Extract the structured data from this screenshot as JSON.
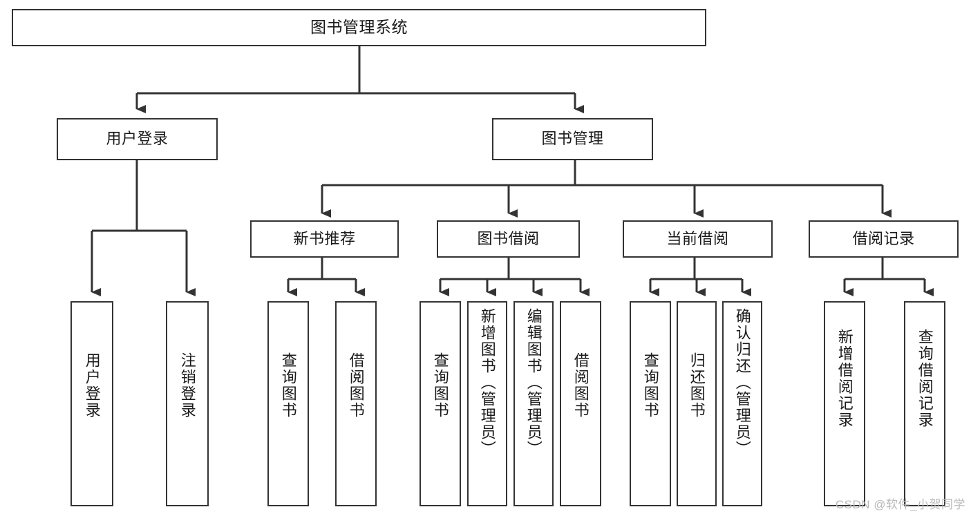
{
  "diagram": {
    "title": "图书管理系统",
    "type": "tree",
    "root": {
      "id": "root",
      "label": "图书管理系统",
      "orientation": "horizontal",
      "level": 0
    },
    "levels": [
      {
        "level": 1,
        "nodes": [
          {
            "id": "user-login",
            "label": "用户登录",
            "orientation": "horizontal",
            "parent": "root"
          },
          {
            "id": "book-manage",
            "label": "图书管理",
            "orientation": "horizontal",
            "parent": "root"
          }
        ]
      },
      {
        "level": 2,
        "nodes": [
          {
            "id": "new-book-rec",
            "label": "新书推荐",
            "orientation": "horizontal",
            "parent": "book-manage"
          },
          {
            "id": "book-borrow",
            "label": "图书借阅",
            "orientation": "horizontal",
            "parent": "book-manage"
          },
          {
            "id": "current-borrow",
            "label": "当前借阅",
            "orientation": "horizontal",
            "parent": "book-manage"
          },
          {
            "id": "borrow-record",
            "label": "借阅记录",
            "orientation": "horizontal",
            "parent": "book-manage"
          }
        ]
      },
      {
        "level": 3,
        "nodes": [
          {
            "id": "leaf-user-login",
            "label": "用户登录",
            "orientation": "vertical",
            "parent": "user-login"
          },
          {
            "id": "leaf-logout",
            "label": "注销登录",
            "orientation": "vertical",
            "parent": "user-login"
          },
          {
            "id": "leaf-query-book-1",
            "label": "查询图书",
            "orientation": "vertical",
            "parent": "new-book-rec"
          },
          {
            "id": "leaf-borrow-book-1",
            "label": "借阅图书",
            "orientation": "vertical",
            "parent": "new-book-rec"
          },
          {
            "id": "leaf-query-book-2",
            "label": "查询图书",
            "orientation": "vertical",
            "parent": "book-borrow"
          },
          {
            "id": "leaf-add-book",
            "label": "新增图书（管理员）",
            "orientation": "vertical",
            "parent": "book-borrow"
          },
          {
            "id": "leaf-edit-book",
            "label": "编辑图书（管理员）",
            "orientation": "vertical",
            "parent": "book-borrow"
          },
          {
            "id": "leaf-borrow-book-2",
            "label": "借阅图书",
            "orientation": "vertical",
            "parent": "book-borrow"
          },
          {
            "id": "leaf-query-book-3",
            "label": "查询图书",
            "orientation": "vertical",
            "parent": "current-borrow"
          },
          {
            "id": "leaf-return-book",
            "label": "归还图书",
            "orientation": "vertical",
            "parent": "current-borrow"
          },
          {
            "id": "leaf-confirm-return",
            "label": "确认归还（管理员）",
            "orientation": "vertical",
            "parent": "current-borrow"
          },
          {
            "id": "leaf-add-record",
            "label": "新增借阅记录",
            "orientation": "vertical",
            "parent": "borrow-record"
          },
          {
            "id": "leaf-query-record",
            "label": "查询借阅记录",
            "orientation": "vertical",
            "parent": "borrow-record"
          }
        ]
      }
    ]
  },
  "watermark": {
    "text": "CSDN @软件_小贺同学"
  },
  "colors": {
    "stroke": "#333333",
    "box_fill": "#ffffff",
    "text": "#1a1a1a",
    "watermark": "#b8b8b8",
    "background": "#ffffff"
  }
}
